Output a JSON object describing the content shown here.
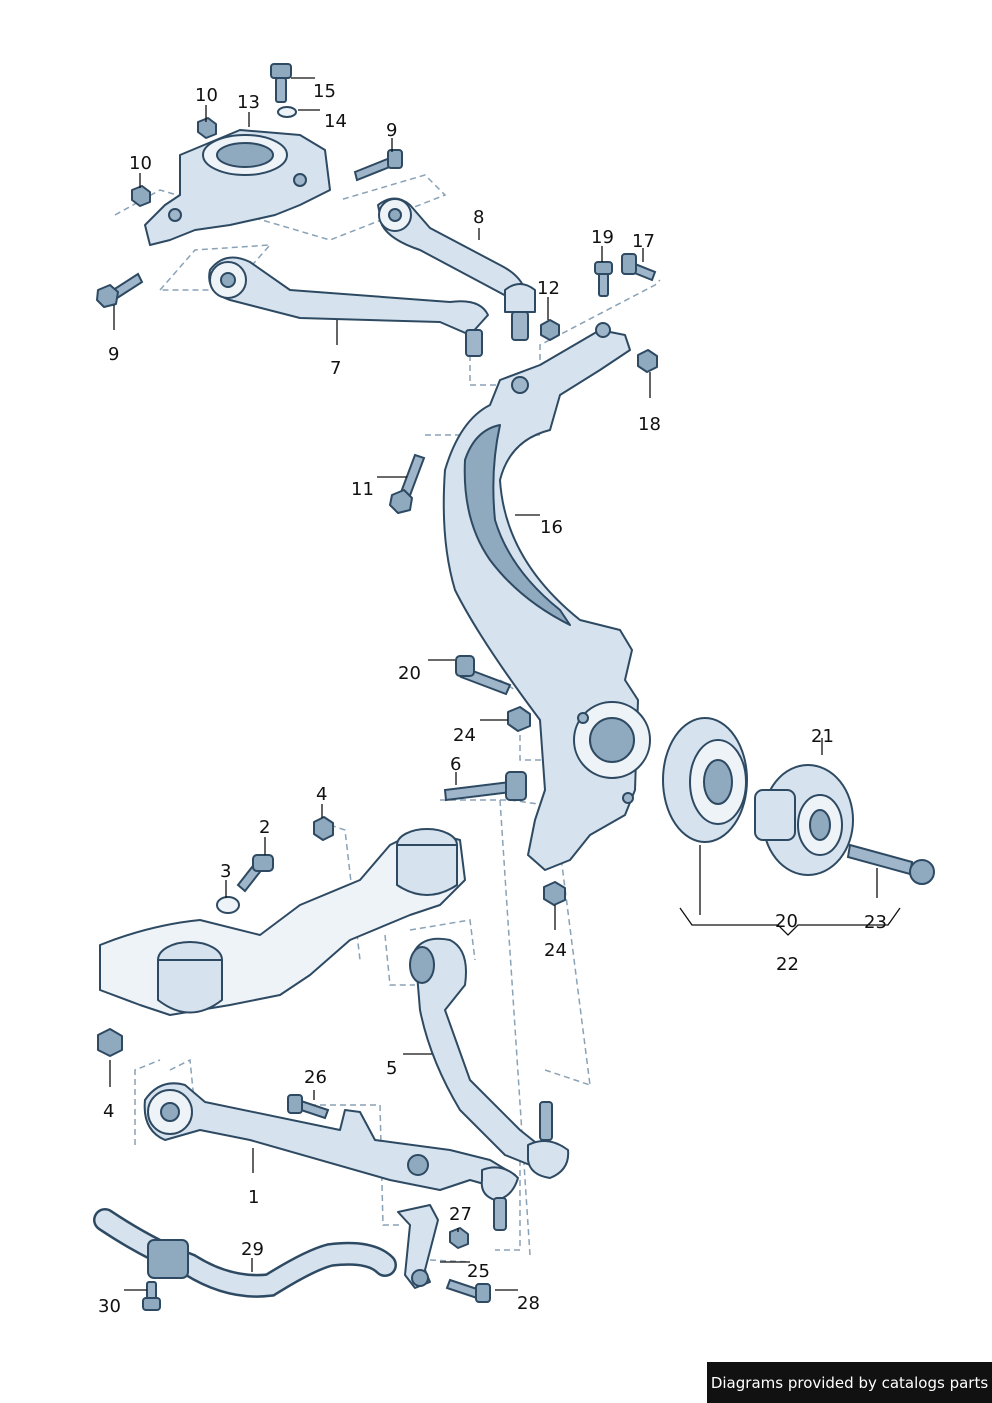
{
  "callouts": [
    {
      "id": "c15a",
      "text": "15"
    },
    {
      "id": "c10a",
      "text": "10"
    },
    {
      "id": "c13",
      "text": "13"
    },
    {
      "id": "c14",
      "text": "14"
    },
    {
      "id": "c9a",
      "text": "9"
    },
    {
      "id": "c10b",
      "text": "10"
    },
    {
      "id": "c8",
      "text": "8"
    },
    {
      "id": "c19",
      "text": "19"
    },
    {
      "id": "c17",
      "text": "17"
    },
    {
      "id": "c12",
      "text": "12"
    },
    {
      "id": "c9b",
      "text": "9"
    },
    {
      "id": "c7",
      "text": "7"
    },
    {
      "id": "c18",
      "text": "18"
    },
    {
      "id": "c11",
      "text": "11"
    },
    {
      "id": "c16",
      "text": "16"
    },
    {
      "id": "c20a",
      "text": "20"
    },
    {
      "id": "c24a",
      "text": "24"
    },
    {
      "id": "c21",
      "text": "21"
    },
    {
      "id": "c6",
      "text": "6"
    },
    {
      "id": "c4a",
      "text": "4"
    },
    {
      "id": "c2",
      "text": "2"
    },
    {
      "id": "c3",
      "text": "3"
    },
    {
      "id": "c20b",
      "text": "20"
    },
    {
      "id": "c23",
      "text": "23"
    },
    {
      "id": "c24b",
      "text": "24"
    },
    {
      "id": "c22",
      "text": "22"
    },
    {
      "id": "c5",
      "text": "5"
    },
    {
      "id": "c4b",
      "text": "4"
    },
    {
      "id": "c26",
      "text": "26"
    },
    {
      "id": "c1",
      "text": "1"
    },
    {
      "id": "c27",
      "text": "27"
    },
    {
      "id": "c29",
      "text": "29"
    },
    {
      "id": "c25",
      "text": "25"
    },
    {
      "id": "c30",
      "text": "30"
    },
    {
      "id": "c28",
      "text": "28"
    }
  ],
  "credit": "Diagrams provided by catalogs parts"
}
